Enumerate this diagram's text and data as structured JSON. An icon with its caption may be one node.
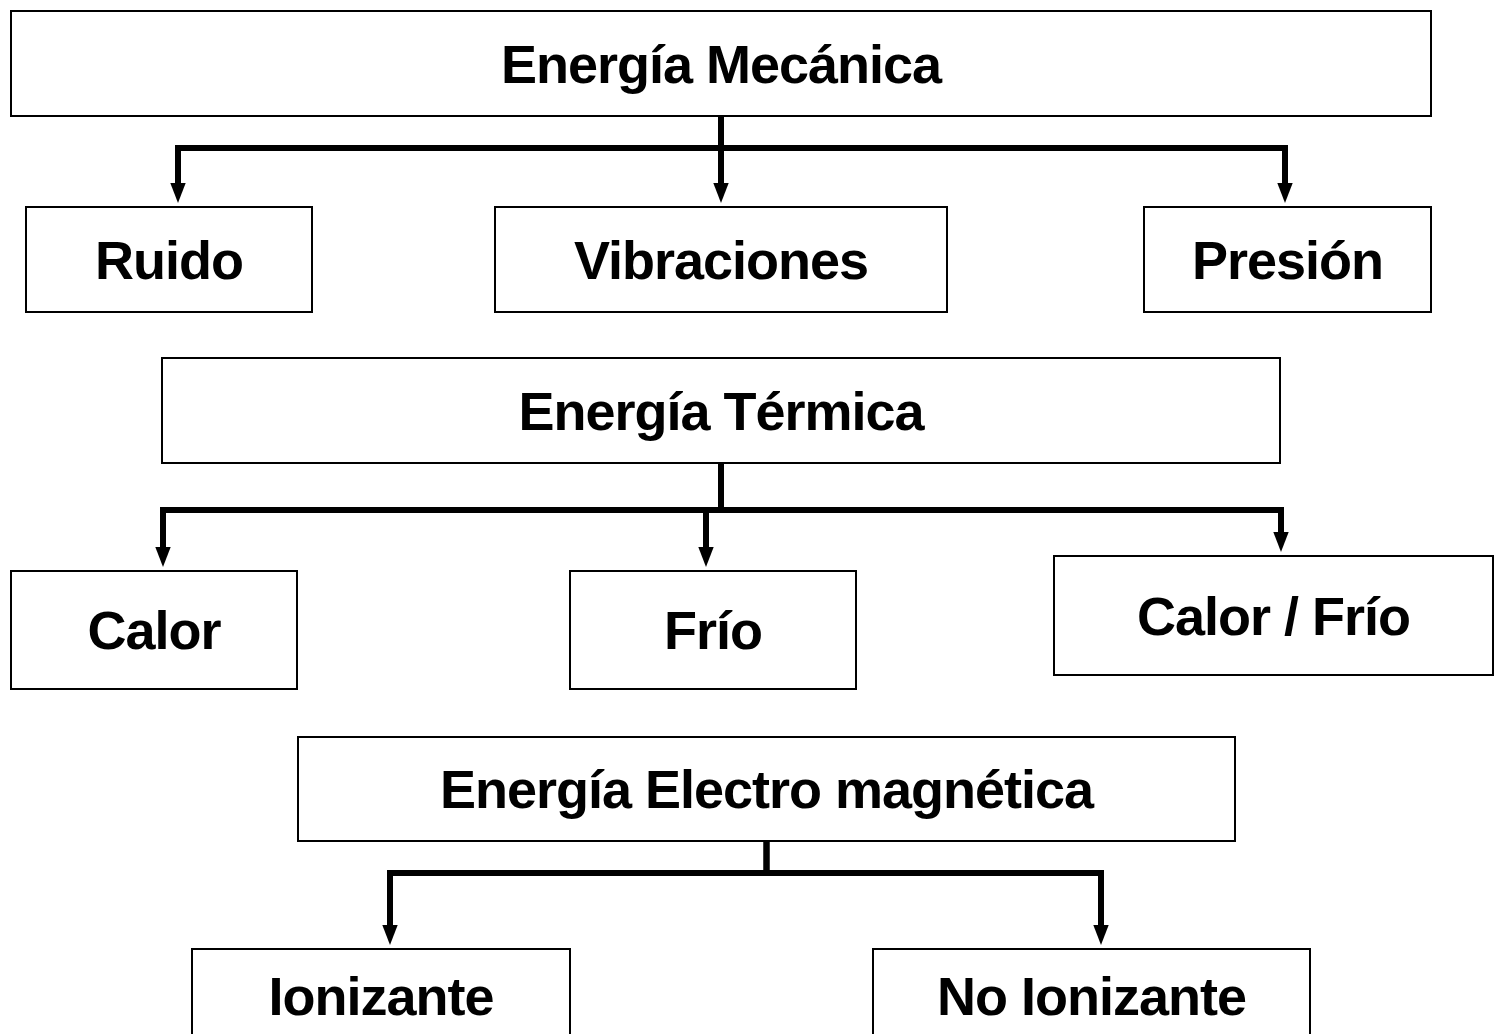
{
  "diagram": {
    "nodes": [
      {
        "text": [
          "Energía Mecánica"
        ]
      },
      {
        "text": [
          "Ruido"
        ]
      },
      {
        "text": [
          "Vibraciones"
        ]
      },
      {
        "text": [
          "Presión"
        ]
      },
      {
        "text": [
          "Energía Térmica"
        ]
      },
      {
        "text": [
          "Calor"
        ]
      },
      {
        "text": [
          "Frío"
        ]
      },
      {
        "text": [
          "Calor / Frío"
        ]
      },
      {
        "text": [
          "Energía Electro magnética"
        ]
      },
      {
        "text": [
          "Ionizante"
        ]
      },
      {
        "text": [
          "No Ionizante"
        ]
      }
    ],
    "edges": [
      {
        "from": 0,
        "to": 1,
        "arrow": "to"
      },
      {
        "from": 0,
        "to": 2,
        "arrow": "to"
      },
      {
        "from": 0,
        "to": 3,
        "arrow": "to"
      },
      {
        "from": 4,
        "to": 5,
        "arrow": "to"
      },
      {
        "from": 4,
        "to": 6,
        "arrow": "to"
      },
      {
        "from": 4,
        "to": 7,
        "arrow": "to"
      },
      {
        "from": 8,
        "to": 9,
        "arrow": "to"
      },
      {
        "from": 8,
        "to": 10,
        "arrow": "to"
      }
    ]
  }
}
